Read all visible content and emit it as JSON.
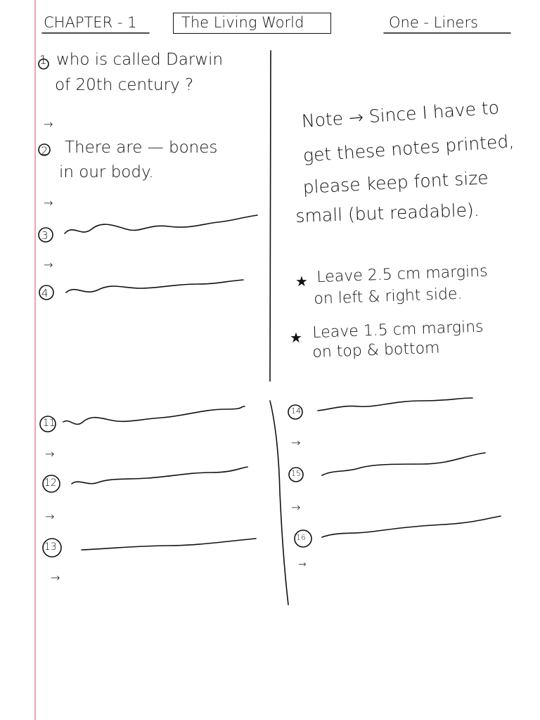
{
  "header": {
    "chapter": "CHAPTER - 1",
    "title": "The Living World",
    "section": "One - Liners"
  },
  "questions_top": [
    {
      "number": "1",
      "line1": "who is called Darwin",
      "line2": "of 20th century ?",
      "answer_marker": "→"
    },
    {
      "number": "2",
      "line1": "There are —  bones",
      "line2": "in our body.",
      "answer_marker": "→"
    },
    {
      "number": "3",
      "answer_marker": "→"
    },
    {
      "number": "4"
    }
  ],
  "note": {
    "lines": [
      "Note → Since I have to",
      "get these notes printed,",
      "please keep font size",
      "small (but readable)."
    ],
    "bullets": [
      {
        "symbol": "★",
        "line1": "Leave 2.5 cm margins",
        "line2": "on left & right side."
      },
      {
        "symbol": "★",
        "line1": "Leave 1.5 cm margins",
        "line2": "on top & bottom"
      }
    ]
  },
  "questions_bottom_left": [
    {
      "number": "11",
      "answer_marker": "→"
    },
    {
      "number": "12",
      "answer_marker": "→"
    },
    {
      "number": "13",
      "answer_marker": "→"
    }
  ],
  "questions_bottom_right": [
    {
      "number": "14",
      "answer_marker": "→"
    },
    {
      "number": "15",
      "answer_marker": "→"
    },
    {
      "number": "16",
      "answer_marker": "→"
    }
  ]
}
